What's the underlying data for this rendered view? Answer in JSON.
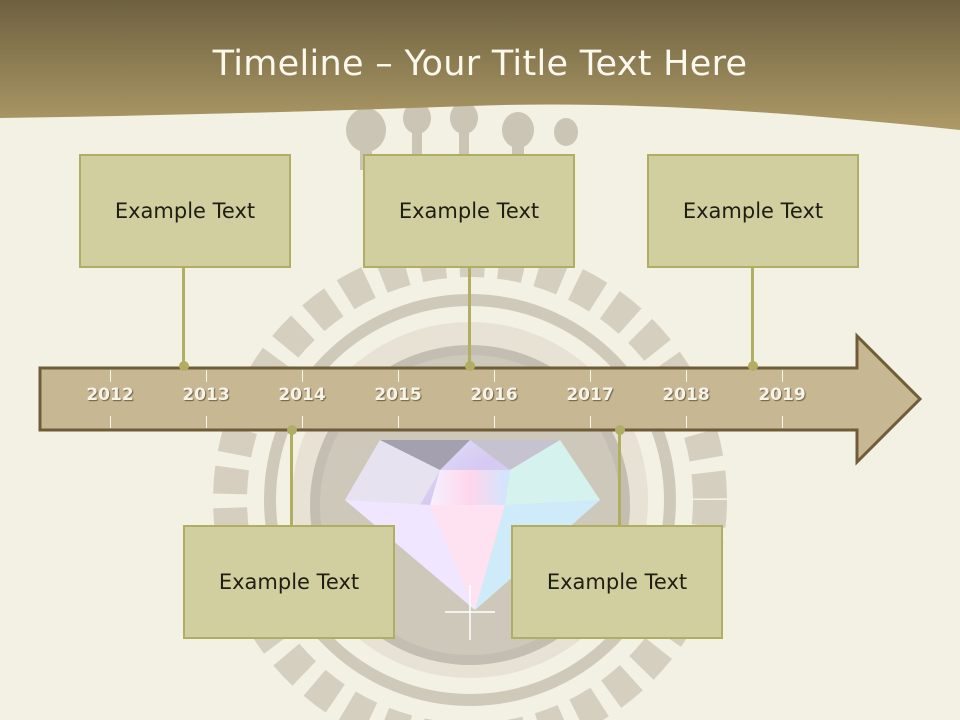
{
  "slide": {
    "title": "Timeline – Your Title Text Here"
  },
  "timeline": {
    "years": [
      "2012",
      "2013",
      "2014",
      "2015",
      "2016",
      "2017",
      "2018",
      "2019"
    ]
  },
  "boxes": [
    {
      "text": "Example Text"
    },
    {
      "text": "Example Text"
    },
    {
      "text": "Example Text"
    },
    {
      "text": "Example Text"
    },
    {
      "text": "Example Text"
    }
  ],
  "colors": {
    "header": "#8a7b4c",
    "background": "#f3f0e4",
    "box_fill": "#d1cfa0",
    "box_border": "#b1ad63",
    "arrow_fill": "#c7b793",
    "arrow_border": "#6f5d3a"
  }
}
